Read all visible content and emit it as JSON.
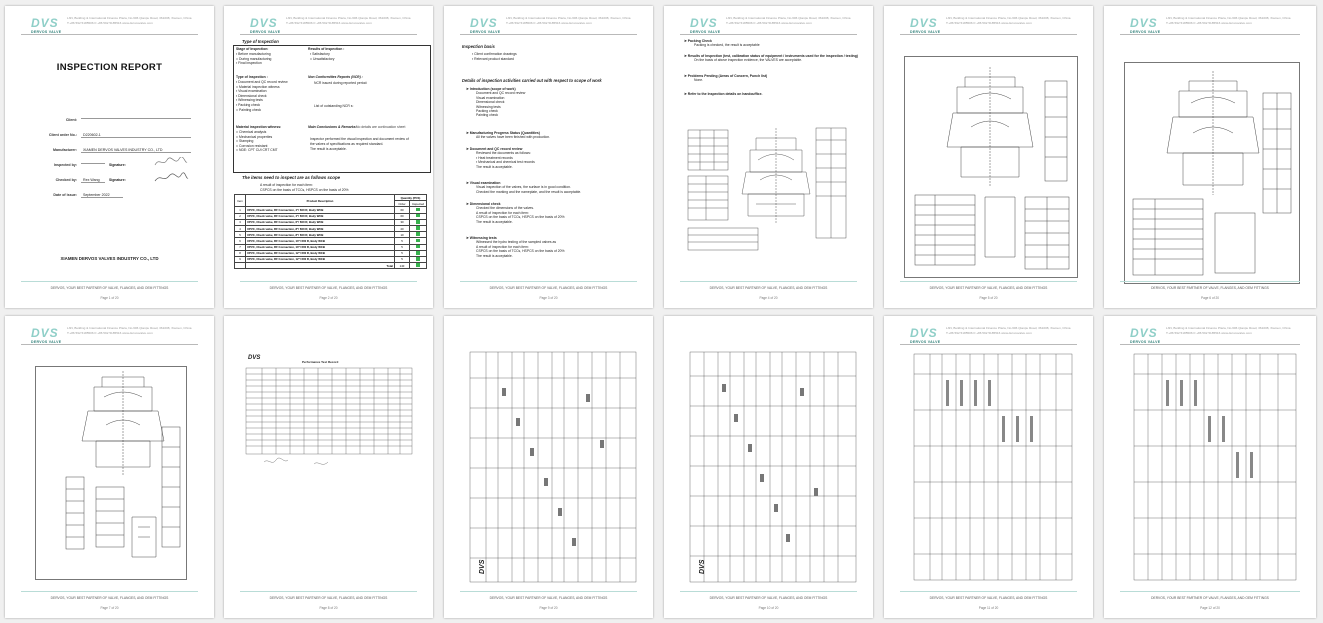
{
  "header": {
    "logo_mark": "DVS",
    "logo_sub": "DERVOS VALVE",
    "address_line1": "L3N, Building & International Finance Plaza, No.606 Qianpu Road, 361008, Xiamen, China",
    "address_line2": "T:+86 592 5185506    F:+86 592 5185516    www.dervosvalve.com"
  },
  "footer": {
    "slogan": "DERVOS, YOUR BEST PARTNER OF VALVE, FLANGES, AND OEM FITTINGS"
  },
  "pages": {
    "p1": {
      "page_no": "Page 1 of 20",
      "title": "INSPECTION REPORT",
      "client_label": "Client:",
      "client_value": "",
      "order_label": "Client order No.:",
      "order_value": "D220602-1",
      "manufacturer_label": "Manufacturer:",
      "manufacturer_value": "XIAMEN DERVOS VALVES INDUSTRY CO., LTD",
      "inspected_label": "Inspected by:",
      "inspected_value": "",
      "signature_label": "Signature:",
      "checked_label": "Checked by:",
      "checked_value": "Rex Wang",
      "date_label": "Date of issue:",
      "date_value": "September   2022",
      "company": "XIAMEN DERVOS VALVES INDUSTRY CO., LTD"
    },
    "p2": {
      "page_no": "Page 2 of 20",
      "type_heading": "Type of Inspection",
      "stage_heading": "Stage of Inspection:",
      "stage_items": [
        "Before manufacturing",
        "During manufacturing",
        "Final inspection"
      ],
      "result_heading": "Results of Inspection :",
      "result_items": [
        "Satisfactory",
        "Unsatisfactory"
      ],
      "type_heading2": "Type of Inspection :",
      "type_items": [
        "Document and QC record review",
        "Material inspection witness",
        "Visual examination",
        "Dimensional check",
        "Witnessing tests",
        "Packing check",
        "Painting check"
      ],
      "ncr_heading": "Non Conformities Reports (NCR) :",
      "ncr_items": [
        "NCR  issued during reported period:",
        "List of outstanding NCR  s:"
      ],
      "mat_heading": "Material inspection witness:",
      "mat_items": [
        "Chemical analysis",
        "Mechanical properties",
        "Stamping",
        "Corrosion resistant",
        "NDE: CPT  CUI  CRT  CMT"
      ],
      "conclusion_heading": "Main Conclusions & Remarks:",
      "conclusion_note": "No details are continuation sheet",
      "conclusion_text1": "Inspector performed the visual inspection and document review of",
      "conclusion_text2": "the valves of specifications as required standard.",
      "conclusion_text3": "The result is acceptable.",
      "scope_heading": "The items need to inspect are as follows scope",
      "scope_line1": "A result of inspection for each item:",
      "scope_line2": "CSPCS on the basis of TCCs,    HSPCS on the basis of 20%",
      "table_headers": [
        "Item",
        "Product Description",
        "Quantity (PCS)",
        "Order",
        "Inspected"
      ],
      "rows": [
        {
          "item": "1",
          "desc": "UPVC,   Check valve, RF Connection, 4\"/ 600 R, Body WCB",
          "order": "60"
        },
        {
          "item": "2",
          "desc": "UPVC,   Check valve, RF Connection, 4\"/ 600 R, Body WCB",
          "order": "60"
        },
        {
          "item": "3",
          "desc": "UPVC,   Check valve, RF Connection, 6\"/ 600 R, Body WCB",
          "order": "30"
        },
        {
          "item": "4",
          "desc": "UPVC,   Check valve, RF Connection, 8\"/ 600 R, Body WCB",
          "order": "20"
        },
        {
          "item": "5",
          "desc": "UPVC,   Check valve, RF Connection, 8\"/ 600 R, Body WCB",
          "order": "10"
        },
        {
          "item": "6",
          "desc": "UPVC,   Check valve, RF Connection, 10\"/ 600 R, Body WCB",
          "order": "5"
        },
        {
          "item": "7",
          "desc": "UPVC,   Check valve, RF Connection, 10\"/ 600 R, Body WCB",
          "order": "5"
        },
        {
          "item": "8",
          "desc": "UPVC,   Check valve, RF Connection, 12\"/ 600 R, Body WCB",
          "order": "5"
        },
        {
          "item": "9",
          "desc": "UPVC,   Check valve, RF Connection, 12\"/ 600 R, Body WCB",
          "order": "5"
        }
      ],
      "total_label": "Total",
      "total_value": "140"
    },
    "p3": {
      "page_no": "Page 3 of 20",
      "basis_heading": "Inspection basis",
      "basis_items": [
        "Client confirmation drawings",
        "Relevant product standard"
      ],
      "details_heading": "Details of inspection activities carried out with respect to scope of work",
      "sections": [
        {
          "title": "Introduction (scope of work)",
          "lines": [
            "Document and QC record review",
            "Visual examination",
            "Dimensional check",
            "Witnessing tests",
            "Packing check",
            "Painting check"
          ]
        },
        {
          "title": "Manufacturing Progress Status (Quantities)",
          "lines": [
            "All the valves have been finished with production."
          ]
        },
        {
          "title": "Document and QC record review",
          "lines": [
            "Reviewed the documents as follows:",
            "Heat treatment records",
            "Mechanical and chemical test records",
            "The result is acceptable."
          ]
        },
        {
          "title": "Visual examination",
          "lines": [
            "Visual inspection of the valves, the surface is in good condition.",
            "Checked the marking and the nameplate, and the result is acceptable."
          ]
        },
        {
          "title": "Dimensional check",
          "lines": [
            "Checked the dimensions of the valves.",
            "A result of inspection for each item:",
            "CSPCS on the basis of TCCs,    HSPCS on the basis of 20%",
            "The result is acceptable."
          ]
        },
        {
          "title": "Witnessing tests",
          "lines": [
            "Witnessed the hydro testing of the sampled valves as",
            "A result of inspection for each item:",
            "CSPCS on the basis of TCCs,    HSPCS on the basis of 20%",
            "The result is acceptable."
          ]
        }
      ]
    },
    "p4": {
      "page_no": "Page 4 of 20",
      "items": [
        {
          "title": "Packing Check",
          "line": "Packing is checked, the result is acceptable"
        },
        {
          "title": "Results of Inspection (test, calibration status of equipment / instruments used for the inspection / testing)",
          "line": "On the basis of above inspection evidence, the VALVES are acceptable."
        },
        {
          "title": "Problems Pending (Areas of Concern, Punch list)",
          "line": "None."
        },
        {
          "title": "Refer to the Inspection details on handouffice.",
          "line": ""
        }
      ]
    },
    "p5": {
      "page_no": "Page 5 of 20"
    },
    "p6": {
      "page_no": "Page 6 of 20"
    },
    "p7": {
      "page_no": "Page 7 of 20"
    },
    "p8": {
      "page_no": "Page 8 of 20",
      "sheet_title": "Performance Test Record"
    },
    "p9": {
      "page_no": "Page 9 of 20"
    },
    "p10": {
      "page_no": "Page 10 of 20"
    },
    "p11": {
      "page_no": "Page 11 of 20"
    },
    "p12": {
      "page_no": "Page 12 of 20"
    }
  },
  "colors": {
    "logo": "#8fcfc8",
    "accent_line": "#b9dcd7",
    "checked_green": "#37b24d"
  }
}
